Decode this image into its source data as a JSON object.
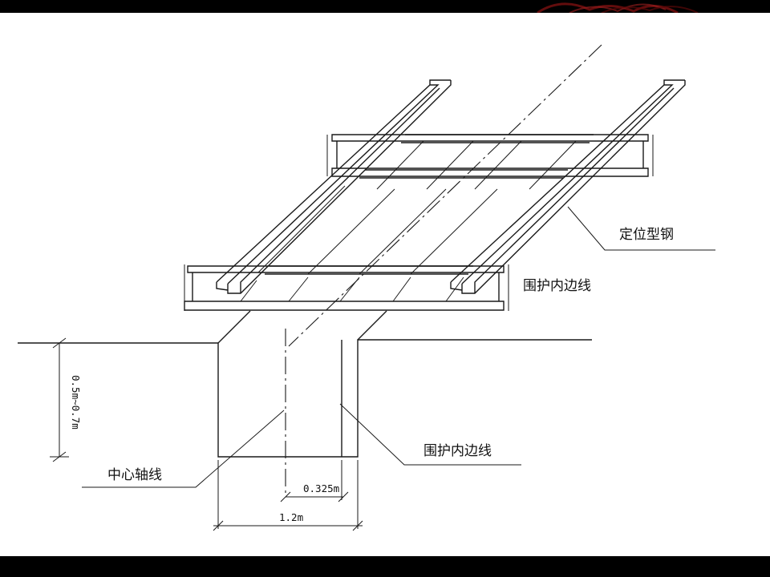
{
  "labels": {
    "positioning_steel": "定位型钢",
    "enclosure_inner_line_top": "围护内边线",
    "enclosure_inner_line_bottom": "围护内边线",
    "center_axis": "中心轴线"
  },
  "dimensions": {
    "depth": "0.5m~0.7m",
    "offset": "0.325m",
    "width": "1.2m"
  },
  "colors": {
    "frame": "#000000",
    "line": "#1a1a1a",
    "accent_swirl": "#7a1010"
  }
}
